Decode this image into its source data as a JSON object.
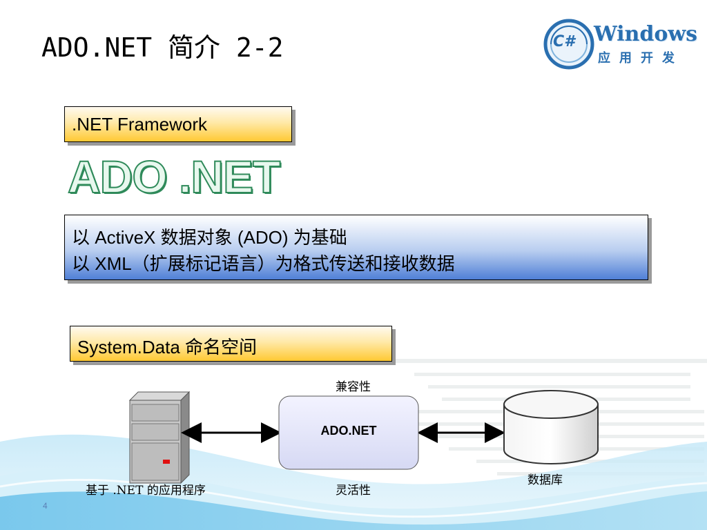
{
  "title": "ADO.NET  简介 2-2",
  "logo": {
    "emblem": "C#",
    "brand": "Windows",
    "subtitle": "应用开发"
  },
  "framework_box": {
    "label": ".NET Framework"
  },
  "ado_net_banner": "ADO .NET",
  "features_box": {
    "line1": "以 ActiveX 数据对象 (ADO) 为基础",
    "line2": "以 XML（扩展标记语言）为格式传送和接收数据"
  },
  "namespace_box": {
    "label": "System.Data 命名空间"
  },
  "diagram": {
    "app_label": "基于 .NET 的应用程序",
    "ado_label": "ADO.NET",
    "top_label": "兼容性",
    "bottom_label": "灵活性",
    "db_label": "数据库"
  },
  "page_number": "4",
  "colors": {
    "gold_box": "#ffc933",
    "blue_box": "#4f7fd6",
    "banner_green": "#2f8a5a",
    "logo_blue": "#2a6fb0",
    "wave_blue": "#8fd0f0"
  }
}
